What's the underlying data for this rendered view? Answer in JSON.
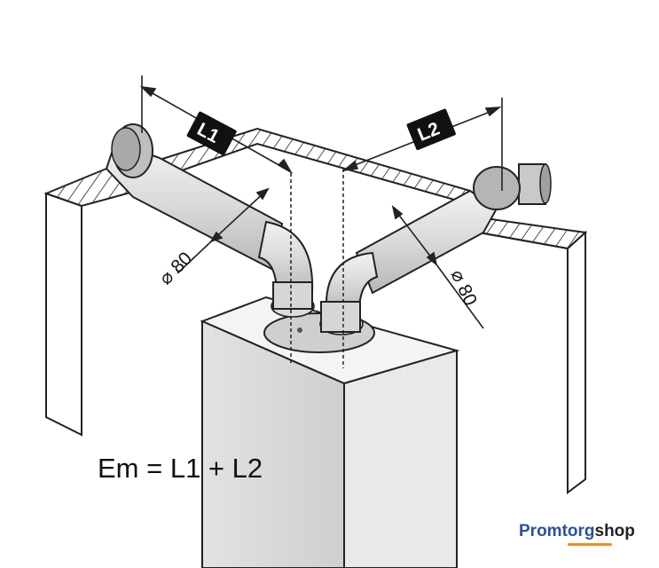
{
  "labels": {
    "left_length": "L1",
    "right_length": "L2",
    "left_diameter": "⌀ 80",
    "right_diameter": "⌀ 80"
  },
  "formula": "Em = L1 + L2",
  "brand": {
    "part1": "Promtorg",
    "part2": "shop",
    "colors": {
      "primary": "#2c4fa3",
      "secondary": "#222222",
      "accent": "#f28c1c"
    }
  }
}
